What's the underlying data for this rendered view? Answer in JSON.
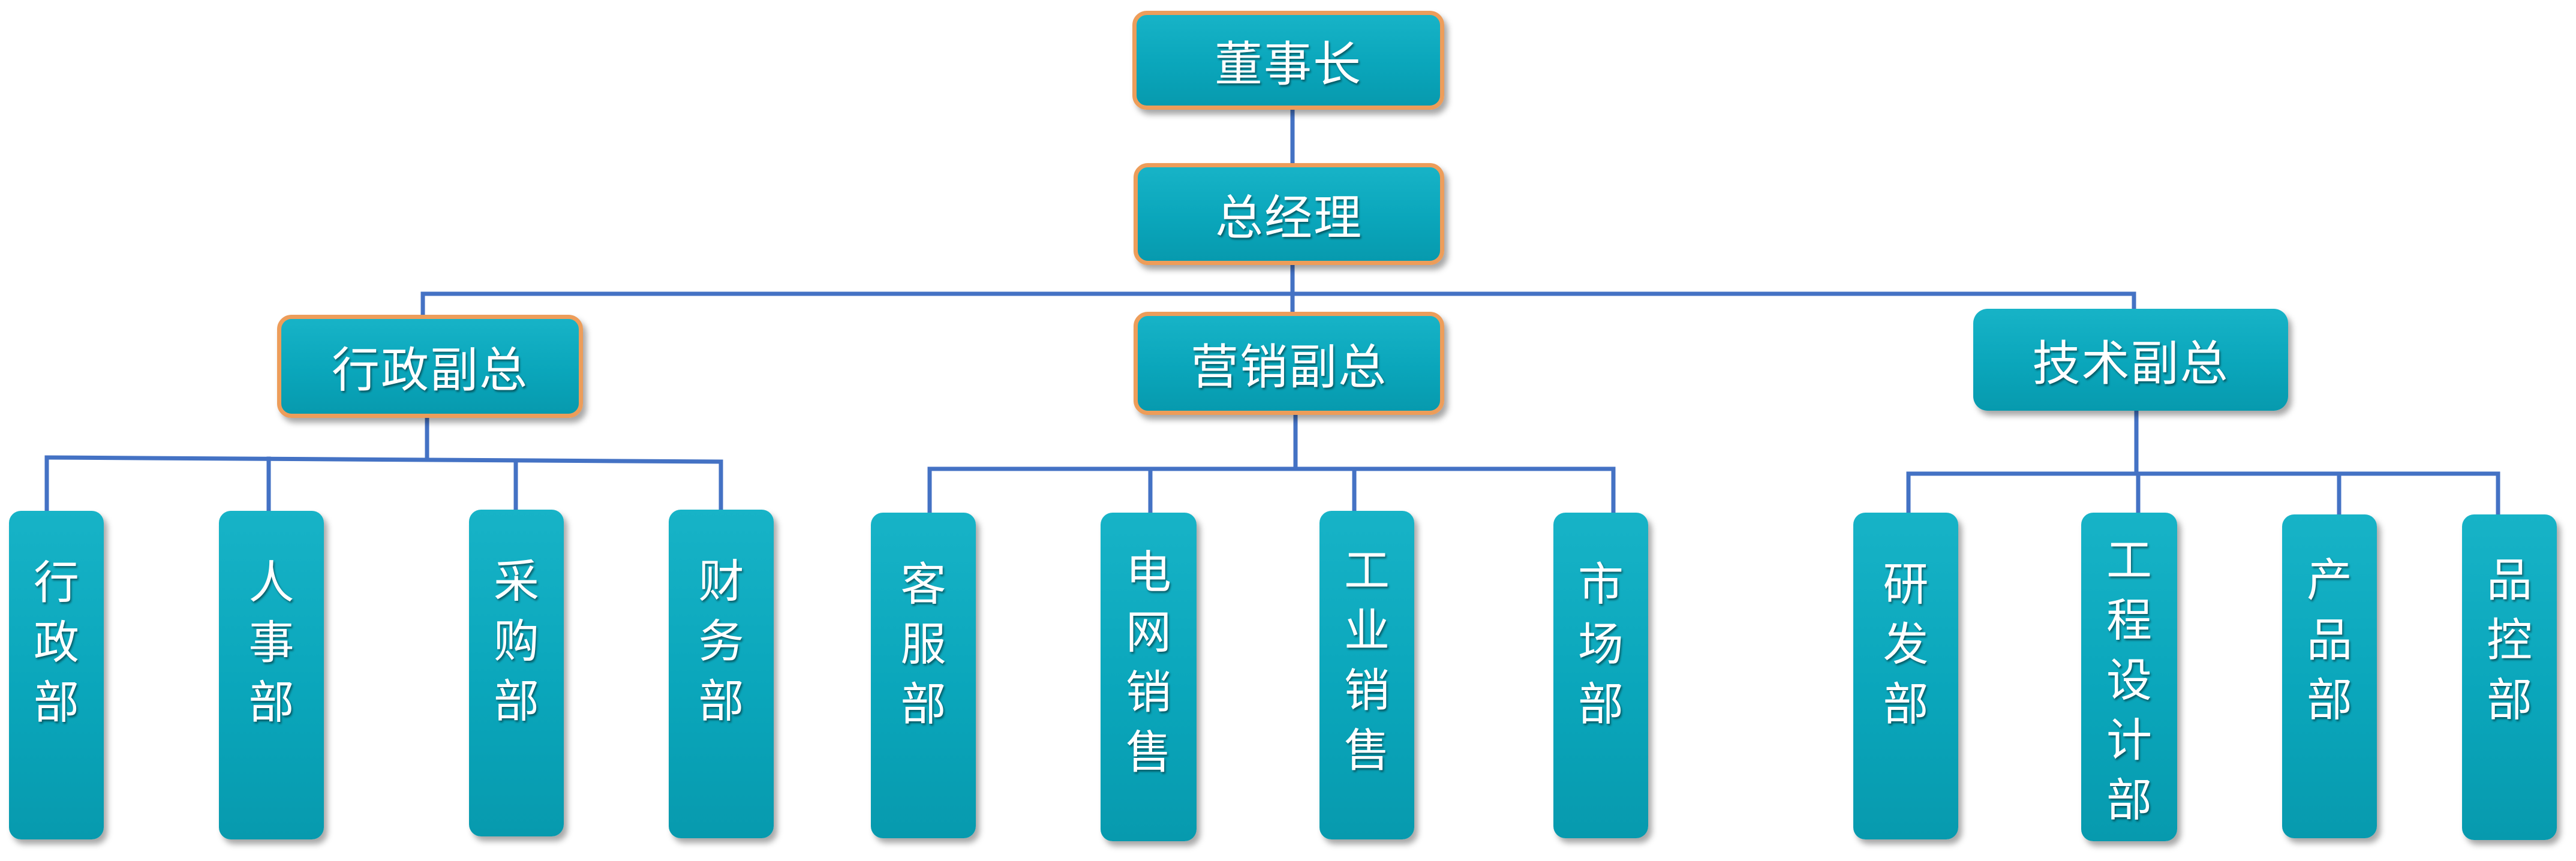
{
  "org_chart": {
    "chairman": "董事长",
    "general_manager": "总经理",
    "vice_presidents": {
      "admin": "行政副总",
      "marketing": "营销副总",
      "technical": "技术副总"
    },
    "departments": {
      "admin": {
        "d1": "行\n政\n部",
        "d2": "人\n事\n部",
        "d3": "采\n购\n部",
        "d4": "财\n务\n部"
      },
      "marketing": {
        "d1": "客\n服\n部",
        "d2": "电\n网\n销\n售",
        "d3": "工\n业\n销\n售",
        "d4": "市\n场\n部"
      },
      "technical": {
        "d1": "研\n发\n部",
        "d2": "工\n程\n设\n计\n部",
        "d3": "产\n品\n部",
        "d4": "品\n控\n部"
      }
    }
  },
  "colors": {
    "box_fill": "#0AA6BB",
    "box_outline": "#ED9D5A",
    "connector": "#4472C4",
    "text": "#FFFFFF"
  }
}
